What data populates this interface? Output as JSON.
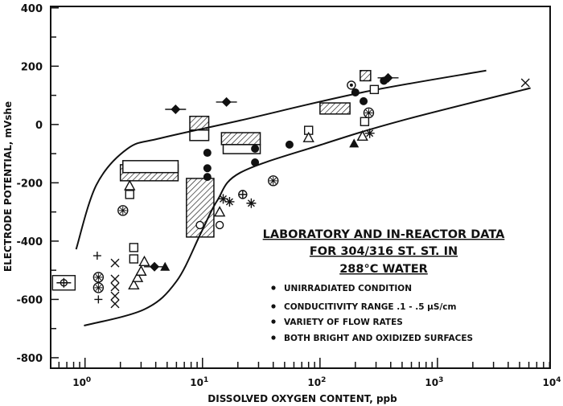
{
  "chart_data": {
    "type": "scatter",
    "title_lines": [
      "LABORATORY AND IN-REACTOR DATA",
      "FOR 304/316 ST. ST. IN",
      "288°C WATER"
    ],
    "notes": [
      "UNIRRADIATED CONDITION",
      "CONDUCITIVITY RANGE .1 - .5 µS/cm",
      "VARIETY OF FLOW RATES",
      "BOTH BRIGHT AND OXIDIZED SURFACES"
    ],
    "xlabel": "DISSOLVED OXYGEN CONTENT, ppb",
    "ylabel": "ELECTRODE POTENTIAL, mVshe",
    "xscale": "log",
    "xlim": [
      0.51,
      9100
    ],
    "ylim": [
      -836,
      405
    ],
    "x_ticks": [
      {
        "value": 1,
        "mant": "10",
        "exp": "0"
      },
      {
        "value": 10,
        "mant": "10",
        "exp": "1"
      },
      {
        "value": 100,
        "mant": "10",
        "exp": "2"
      },
      {
        "value": 1000,
        "mant": "10",
        "exp": "3"
      },
      {
        "value": 10000,
        "mant": "10",
        "exp": "4"
      }
    ],
    "y_ticks": [
      {
        "value": 400,
        "label": "400"
      },
      {
        "value": 200,
        "label": "200"
      },
      {
        "value": 0,
        "label": "0"
      },
      {
        "value": -200,
        "label": "-200"
      },
      {
        "value": -400,
        "label": "-400"
      },
      {
        "value": -600,
        "label": "-600"
      },
      {
        "value": -800,
        "label": "-800"
      }
    ],
    "grid": false,
    "legend_placement": "bottom-right",
    "series": [
      {
        "name": "upper-bound",
        "kind": "line",
        "x": [
          0.84,
          1.25,
          2.3,
          4.4,
          21,
          228,
          2600
        ],
        "y": [
          -428,
          -207,
          -83,
          -47,
          14,
          110,
          185
        ]
      },
      {
        "name": "lower-bound",
        "kind": "line",
        "x": [
          0.98,
          3.2,
          6.0,
          9.7,
          13.3,
          21,
          103,
          500,
          6200
        ],
        "y": [
          -690,
          -634,
          -538,
          -372,
          -262,
          -165,
          -69,
          14,
          125
        ]
      }
    ],
    "ranges": [
      {
        "x": [
          2.0,
          6.2
        ],
        "y": [
          -193,
          -138
        ],
        "fill": "hatched"
      },
      {
        "x": [
          2.1,
          6.2
        ],
        "y": [
          -165,
          -124
        ],
        "fill": "open"
      },
      {
        "x": [
          7.3,
          12.5
        ],
        "y": [
          -386,
          -185
        ],
        "fill": "hatched"
      },
      {
        "x": [
          7.8,
          11.3
        ],
        "y": [
          -19,
          28
        ],
        "fill": "hatched"
      },
      {
        "x": [
          7.8,
          11.3
        ],
        "y": [
          -55,
          -19
        ],
        "fill": "open"
      },
      {
        "x": [
          14.5,
          31
        ],
        "y": [
          -69,
          -28
        ],
        "fill": "hatched"
      },
      {
        "x": [
          15,
          31
        ],
        "y": [
          -100,
          -69
        ],
        "fill": "open"
      },
      {
        "x": [
          100,
          180
        ],
        "y": [
          36,
          74
        ],
        "fill": "hatched"
      },
      {
        "x": [
          220,
          270
        ],
        "y": [
          150,
          185
        ],
        "fill": "hatched"
      }
    ],
    "points": [
      {
        "x": 5.9,
        "y": 52,
        "marker": "filled-diamond"
      },
      {
        "x": 16,
        "y": 77,
        "marker": "filled-diamond"
      },
      {
        "x": 3.9,
        "y": -488,
        "marker": "filled-diamond"
      },
      {
        "x": 4.8,
        "y": -488,
        "marker": "filled-triangle"
      },
      {
        "x": 2.6,
        "y": -550,
        "marker": "open-triangle"
      },
      {
        "x": 2.8,
        "y": -525,
        "marker": "open-triangle"
      },
      {
        "x": 3.0,
        "y": -503,
        "marker": "open-triangle"
      },
      {
        "x": 3.2,
        "y": -470,
        "marker": "open-triangle"
      },
      {
        "x": 1.8,
        "y": -475,
        "marker": "x"
      },
      {
        "x": 1.8,
        "y": -530,
        "marker": "x"
      },
      {
        "x": 1.8,
        "y": -557,
        "marker": "x"
      },
      {
        "x": 1.8,
        "y": -588,
        "marker": "x"
      },
      {
        "x": 1.8,
        "y": -615,
        "marker": "x"
      },
      {
        "x": 5600,
        "y": 143,
        "marker": "x"
      },
      {
        "x": 2.6,
        "y": -422,
        "marker": "open-square"
      },
      {
        "x": 2.6,
        "y": -461,
        "marker": "open-square"
      },
      {
        "x": 1.27,
        "y": -450,
        "marker": "plus"
      },
      {
        "x": 0.66,
        "y": -543,
        "marker": "boxed-point"
      },
      {
        "x": 1.3,
        "y": -524,
        "marker": "circle-star"
      },
      {
        "x": 1.3,
        "y": -560,
        "marker": "circle-star"
      },
      {
        "x": 1.3,
        "y": -600,
        "marker": "plus"
      },
      {
        "x": 2.1,
        "y": -295,
        "marker": "circle-star"
      },
      {
        "x": 2.4,
        "y": -210,
        "marker": "open-triangle"
      },
      {
        "x": 2.4,
        "y": -240,
        "marker": "open-square"
      },
      {
        "x": 11,
        "y": -97,
        "marker": "filled-circle"
      },
      {
        "x": 11,
        "y": -150,
        "marker": "filled-circle"
      },
      {
        "x": 11,
        "y": -180,
        "marker": "filled-circle"
      },
      {
        "x": 28,
        "y": -83,
        "marker": "filled-circle"
      },
      {
        "x": 28,
        "y": -130,
        "marker": "filled-circle"
      },
      {
        "x": 55,
        "y": -69,
        "marker": "filled-circle"
      },
      {
        "x": 40,
        "y": -193,
        "marker": "circle-star"
      },
      {
        "x": 15,
        "y": -255,
        "marker": "asterisk"
      },
      {
        "x": 17,
        "y": -265,
        "marker": "asterisk"
      },
      {
        "x": 22,
        "y": -240,
        "marker": "circle-cross"
      },
      {
        "x": 26,
        "y": -270,
        "marker": "asterisk"
      },
      {
        "x": 14,
        "y": -300,
        "marker": "open-triangle"
      },
      {
        "x": 9.5,
        "y": -345,
        "marker": "open-circle"
      },
      {
        "x": 14,
        "y": -345,
        "marker": "open-circle"
      },
      {
        "x": 80,
        "y": -20,
        "marker": "open-square"
      },
      {
        "x": 80,
        "y": -45,
        "marker": "open-triangle"
      },
      {
        "x": 185,
        "y": 135,
        "marker": "circle-dot"
      },
      {
        "x": 200,
        "y": 110,
        "marker": "filled-circle"
      },
      {
        "x": 235,
        "y": 80,
        "marker": "filled-circle"
      },
      {
        "x": 260,
        "y": 40,
        "marker": "circle-star"
      },
      {
        "x": 240,
        "y": 10,
        "marker": "open-square"
      },
      {
        "x": 230,
        "y": -40,
        "marker": "open-triangle"
      },
      {
        "x": 195,
        "y": -65,
        "marker": "filled-triangle"
      },
      {
        "x": 265,
        "y": -30,
        "marker": "asterisk"
      },
      {
        "x": 380,
        "y": 160,
        "marker": "filled-diamond"
      },
      {
        "x": 350,
        "y": 150,
        "marker": "filled-circle"
      },
      {
        "x": 290,
        "y": 120,
        "marker": "open-square"
      }
    ]
  }
}
